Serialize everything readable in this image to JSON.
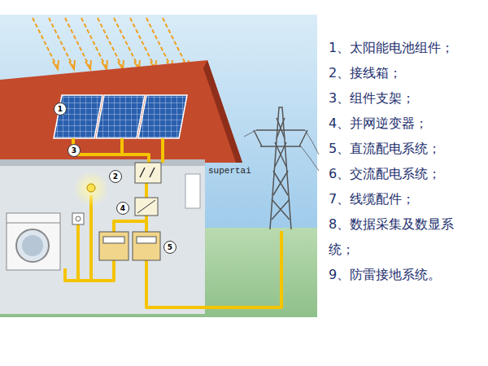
{
  "diagram": {
    "labels": [
      "1",
      "2",
      "3",
      "4",
      "5",
      "supertai",
      "1、太阳能电池组件；",
      "2、接线箱；",
      "3、组件支架；",
      "4、并网逆变器；",
      "5、直流配电系统；",
      "6、交流配电系统；",
      "7、线缆配件；",
      "8、数据采集及数显系统；",
      "9、防雷接地系统。"
    ]
  }
}
